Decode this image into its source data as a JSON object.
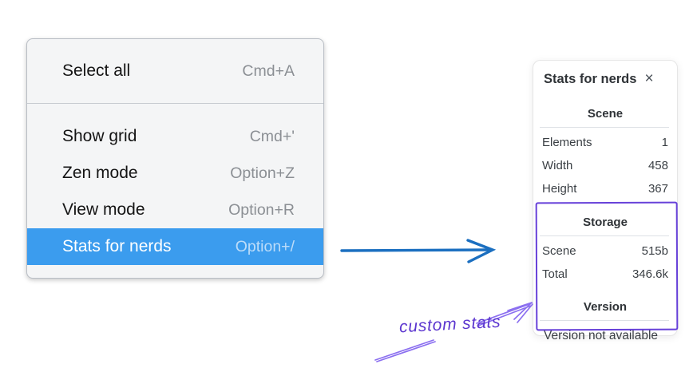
{
  "menu": {
    "sections": [
      {
        "items": [
          {
            "label": "Select all",
            "shortcut": "Cmd+A",
            "highlighted": false
          }
        ]
      },
      {
        "items": [
          {
            "label": "Show grid",
            "shortcut": "Cmd+'",
            "highlighted": false
          },
          {
            "label": "Zen mode",
            "shortcut": "Option+Z",
            "highlighted": false
          },
          {
            "label": "View mode",
            "shortcut": "Option+R",
            "highlighted": false
          },
          {
            "label": "Stats for nerds",
            "shortcut": "Option+/",
            "highlighted": true
          }
        ]
      }
    ],
    "highlight_color": "#3b9cee"
  },
  "stats_panel": {
    "title": "Stats for nerds",
    "close_icon": "×",
    "sections": [
      {
        "heading": "Scene",
        "rows": [
          {
            "label": "Elements",
            "value": "1"
          },
          {
            "label": "Width",
            "value": "458"
          },
          {
            "label": "Height",
            "value": "367"
          }
        ]
      },
      {
        "heading": "Storage",
        "rows": [
          {
            "label": "Scene",
            "value": "515b"
          },
          {
            "label": "Total",
            "value": "346.6k"
          }
        ]
      },
      {
        "heading": "Version",
        "note": "Version not available"
      }
    ]
  },
  "annotations": {
    "label": "custom stats",
    "label_color": "#5b35cf",
    "blue_arrow_color": "#1b6fc0",
    "purple_arrow_color": "#8b6ff0",
    "highlight_box_color": "#6741d9"
  }
}
